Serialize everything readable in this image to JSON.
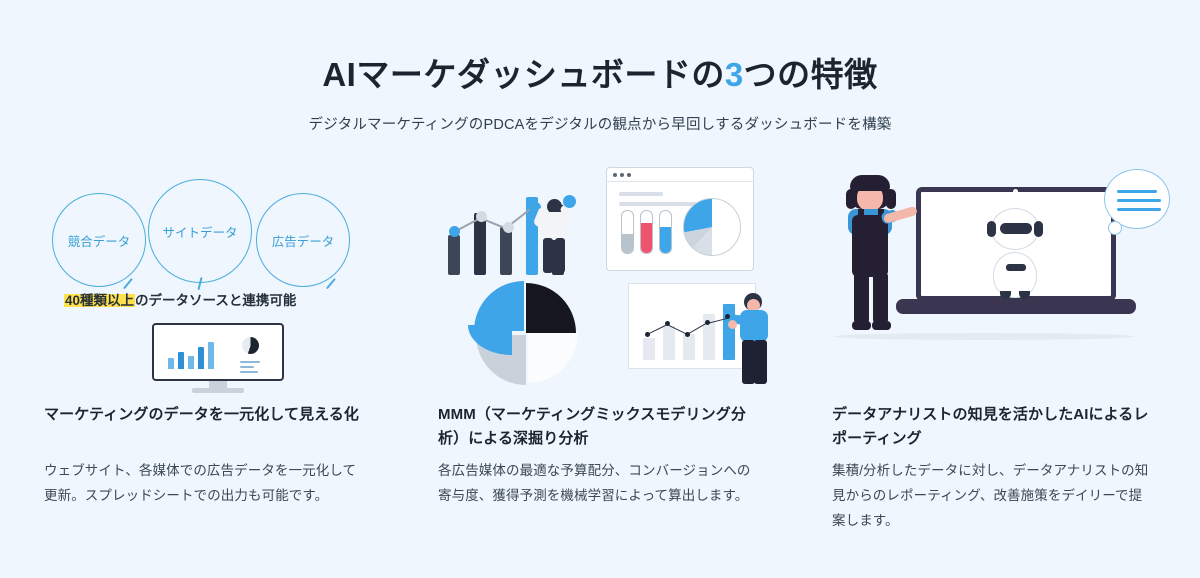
{
  "header": {
    "title_pre": "AIマーケダッシュボードの",
    "title_accent": "3",
    "title_post": "つの特徴",
    "accent_color": "#3da5e8",
    "subtitle": "デジタルマーケティングのPDCAをデジタルの観点から早回しするダッシュボードを構築"
  },
  "background_color": "#eff6fd",
  "columns": [
    {
      "id": "unify",
      "heading": "マーケティングのデータを一元化して見える化",
      "body": "ウェブサイト、各媒体での広告データを一元化して更新。スプレッドシートでの出力も可能です。",
      "art": {
        "type": "data-source-circles",
        "circles": [
          "競合データ",
          "サイトデータ",
          "広告データ"
        ],
        "circle_color": "#4badde",
        "caption_highlight": "40種類以上",
        "caption_rest": "のデータソースと連携可能",
        "highlight_color": "#ffe14d",
        "device": "desktop-monitor-dashboard"
      }
    },
    {
      "id": "mmm",
      "heading": "MMM（マーケティングミックスモデリング分析）による深掘り分析",
      "body": "各広告媒体の最適な予算配分、コンバージョンへの寄与度、獲得予測を機械学習によって算出します。",
      "art": {
        "type": "analytics-collage",
        "items": [
          "bar-chart-with-person",
          "browser-dashboard-window",
          "exploded-pie-chart",
          "whiteboard-line-chart-with-person"
        ]
      }
    },
    {
      "id": "reporting",
      "heading": "データアナリストの知見を活かしたAIによるレポーティング",
      "body": "集積/分析したデータに対し、データアナリストの知見からのレポーティング、改善施策をデイリーで提案します。",
      "art": {
        "type": "analyst-with-ai-laptop",
        "items": [
          "woman-standing",
          "laptop-with-robot",
          "speech-bubble"
        ]
      }
    }
  ]
}
